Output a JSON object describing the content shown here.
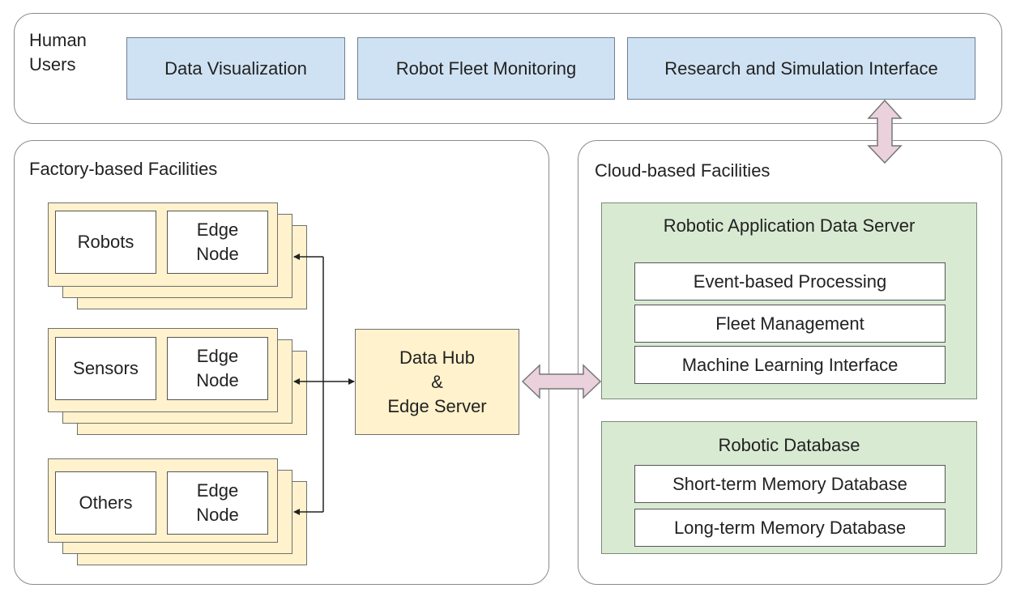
{
  "human_users": {
    "label": "Human\nUsers",
    "interfaces": [
      "Data Visualization",
      "Robot Fleet Monitoring",
      "Research and Simulation Interface"
    ]
  },
  "factory": {
    "title": "Factory-based Facilities",
    "groups": [
      {
        "device": "Robots",
        "node": "Edge\nNode"
      },
      {
        "device": "Sensors",
        "node": "Edge\nNode"
      },
      {
        "device": "Others",
        "node": "Edge\nNode"
      }
    ],
    "hub": "Data Hub\n&\nEdge Server"
  },
  "cloud": {
    "title": "Cloud-based Facilities",
    "app_server": {
      "title": "Robotic Application Data Server",
      "items": [
        "Event-based Processing",
        "Fleet Management",
        "Machine Learning Interface"
      ]
    },
    "database": {
      "title": "Robotic Database",
      "items": [
        "Short-term Memory Database",
        "Long-term Memory Database"
      ]
    }
  },
  "colors": {
    "user_box": "#cfe2f3",
    "factory_box": "#fff2cc",
    "cloud_box": "#d9ead3",
    "arrow_fill": "#ead1dc"
  }
}
